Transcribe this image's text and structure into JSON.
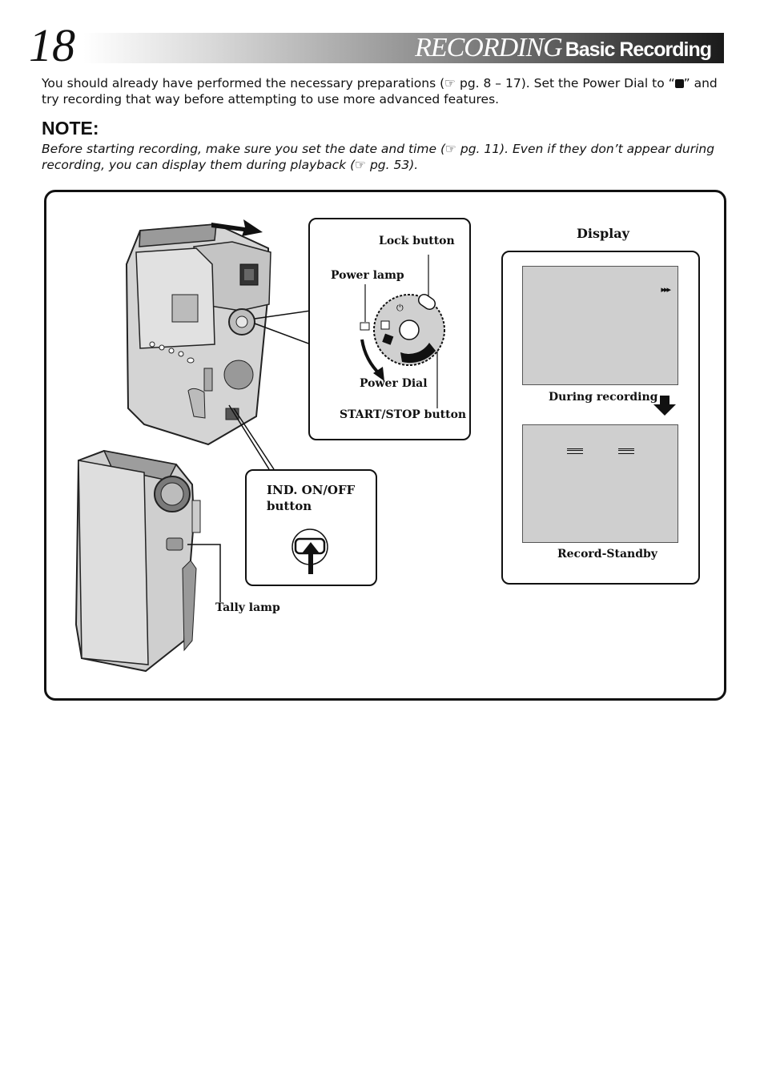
{
  "header": {
    "page_number": "18",
    "section_title": "RECORDING",
    "subtitle": "Basic Recording"
  },
  "intro": {
    "text_a": "You should already have performed the necessary preparations (",
    "ref_a": "pg. 8 – 17). Set the Power Dial to “",
    "text_b": "” and try recording that way before attempting to use more advanced features."
  },
  "note": {
    "heading": "NOTE:",
    "text_a": "Before starting recording, make sure you set the date and time (",
    "ref_a": "pg. 11). Even if they don’t appear during recording, you can display them during playback (",
    "ref_b": "pg. 53)."
  },
  "diagram": {
    "lock_button": "Lock button",
    "power_lamp": "Power lamp",
    "power_dial": "Power Dial",
    "start_stop": "START/STOP button",
    "ind_on_off_line1": "IND. ON/OFF",
    "ind_on_off_line2": "button",
    "tally_lamp": "Tally lamp",
    "display_title": "Display",
    "during_recording": "During recording",
    "record_standby": "Record-Standby",
    "recording_indicator": "▸▸▸"
  }
}
